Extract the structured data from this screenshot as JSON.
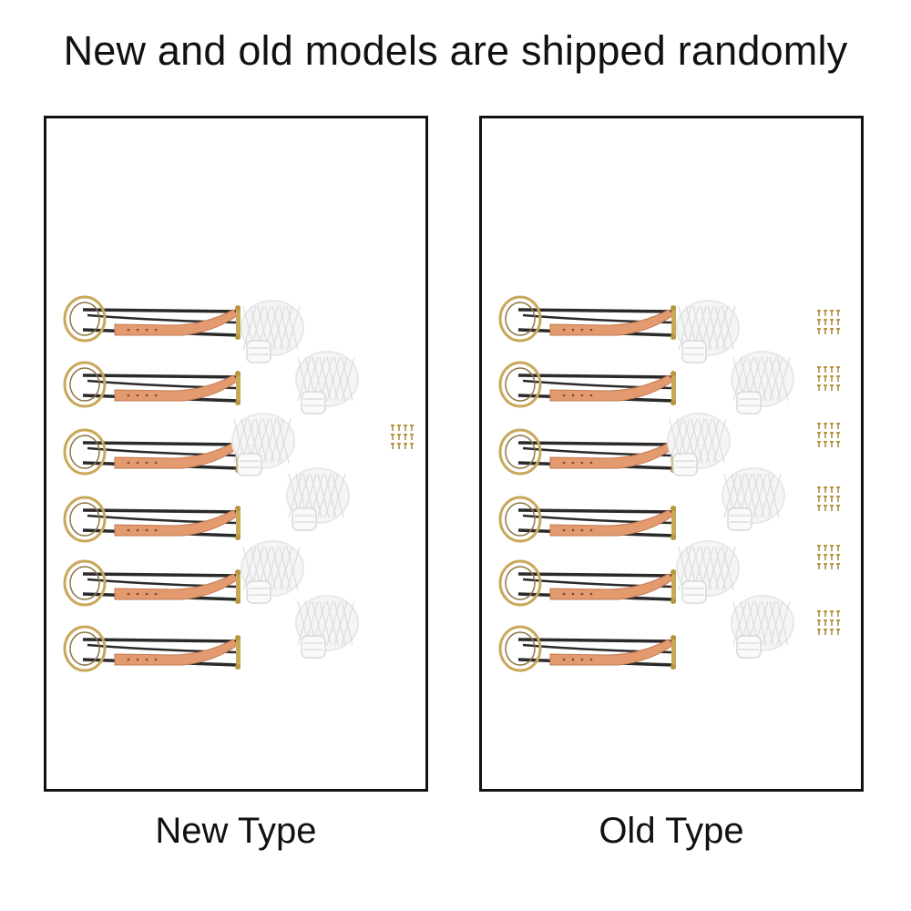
{
  "headline": "New and old models are shipped randomly",
  "panels": [
    {
      "caption": "New Type",
      "items": {
        "band_assemblies": 6,
        "mesh_pouches": 6,
        "screw_groups": 1
      }
    },
    {
      "caption": "Old Type",
      "items": {
        "band_assemblies": 6,
        "mesh_pouches": 6,
        "screw_groups": 6
      }
    }
  ],
  "colors": {
    "frame": "#111111",
    "band": "#2a2a2a",
    "strap": "#e39a6f",
    "ring": "#c9a85a",
    "mesh": "#e8e8e8",
    "screw": "#b8963f"
  }
}
